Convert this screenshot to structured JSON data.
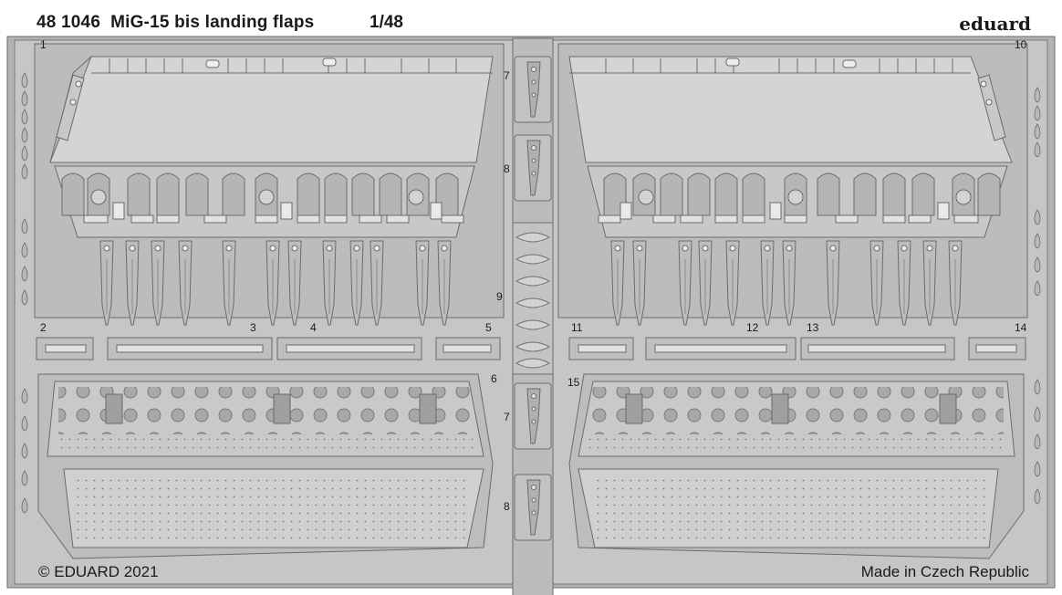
{
  "sheet": {
    "code": "48 1046",
    "title": "MiG-15 bis landing flaps",
    "scale": "1/48",
    "brand": "eduard",
    "copyright": "© EDUARD 2021",
    "origin": "Made in Czech Republic"
  },
  "part_numbers": [
    "1",
    "2",
    "3",
    "4",
    "5",
    "6",
    "7",
    "8",
    "9",
    "10",
    "11",
    "12",
    "13",
    "14",
    "15"
  ],
  "colors": {
    "metal": "#c3c3c3",
    "metal_dark": "#a9a9a9",
    "metal_light": "#d8d8d8",
    "line": "#6b6b6b",
    "rivet": "#9a9a9a"
  }
}
